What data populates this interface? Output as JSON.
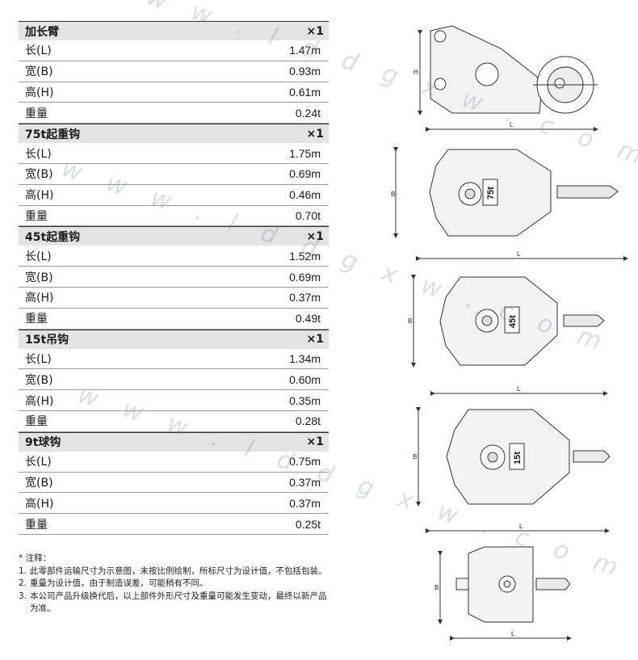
{
  "sections": [
    {
      "name": "加长臂",
      "qty": "×1",
      "rows": [
        {
          "label": "长(L)",
          "value": "1.47m"
        },
        {
          "label": "宽(B)",
          "value": "0.93m"
        },
        {
          "label": "高(H)",
          "value": "0.61m"
        },
        {
          "label": "重量",
          "value": "0.24t"
        }
      ]
    },
    {
      "name": "75t起重钩",
      "qty": "×1",
      "rows": [
        {
          "label": "长(L)",
          "value": "1.75m"
        },
        {
          "label": "宽(B)",
          "value": "0.69m"
        },
        {
          "label": "高(H)",
          "value": "0.46m"
        },
        {
          "label": "重量",
          "value": "0.70t"
        }
      ]
    },
    {
      "name": "45t起重钩",
      "qty": "×1",
      "rows": [
        {
          "label": "长(L)",
          "value": "1.52m"
        },
        {
          "label": "宽(B)",
          "value": "0.69m"
        },
        {
          "label": "高(H)",
          "value": "0.37m"
        },
        {
          "label": "重量",
          "value": "0.49t"
        }
      ]
    },
    {
      "name": "15t吊钩",
      "qty": "×1",
      "rows": [
        {
          "label": "长(L)",
          "value": "1.34m"
        },
        {
          "label": "宽(B)",
          "value": "0.60m"
        },
        {
          "label": "高(H)",
          "value": "0.35m"
        },
        {
          "label": "重量",
          "value": "0.28t"
        }
      ]
    },
    {
      "name": "9t球钩",
      "qty": "×1",
      "rows": [
        {
          "label": "长(L)",
          "value": "0.75m"
        },
        {
          "label": "宽(B)",
          "value": "0.37m"
        },
        {
          "label": "高(H)",
          "value": "0.37m"
        },
        {
          "label": "重量",
          "value": "0.25t"
        }
      ]
    }
  ],
  "notes": {
    "title": "* 注释：",
    "items": [
      {
        "num": "1.",
        "text": "此零部件运输尺寸为示意图，未按比例绘制，所标尺寸为设计值，不包括包装。"
      },
      {
        "num": "2.",
        "text": "重量为设计值，由于制造误差，可能稍有不同。"
      },
      {
        "num": "3.",
        "text": "本公司产品升级换代后，以上部件外形尺寸及重量可能发生变动，最终以新产品为准。"
      }
    ]
  },
  "drawings": {
    "dim_L": "L",
    "dim_H": "H",
    "dim_B": "B",
    "plate_75": "75t",
    "plate_45": "45t",
    "plate_15": "15t"
  },
  "watermark": "w w w . l d d g x w . c o m",
  "colors": {
    "header_bg": "#e4e4e4",
    "rule": "#9a9a9a",
    "drawing_fill": "#f3f3f3"
  }
}
